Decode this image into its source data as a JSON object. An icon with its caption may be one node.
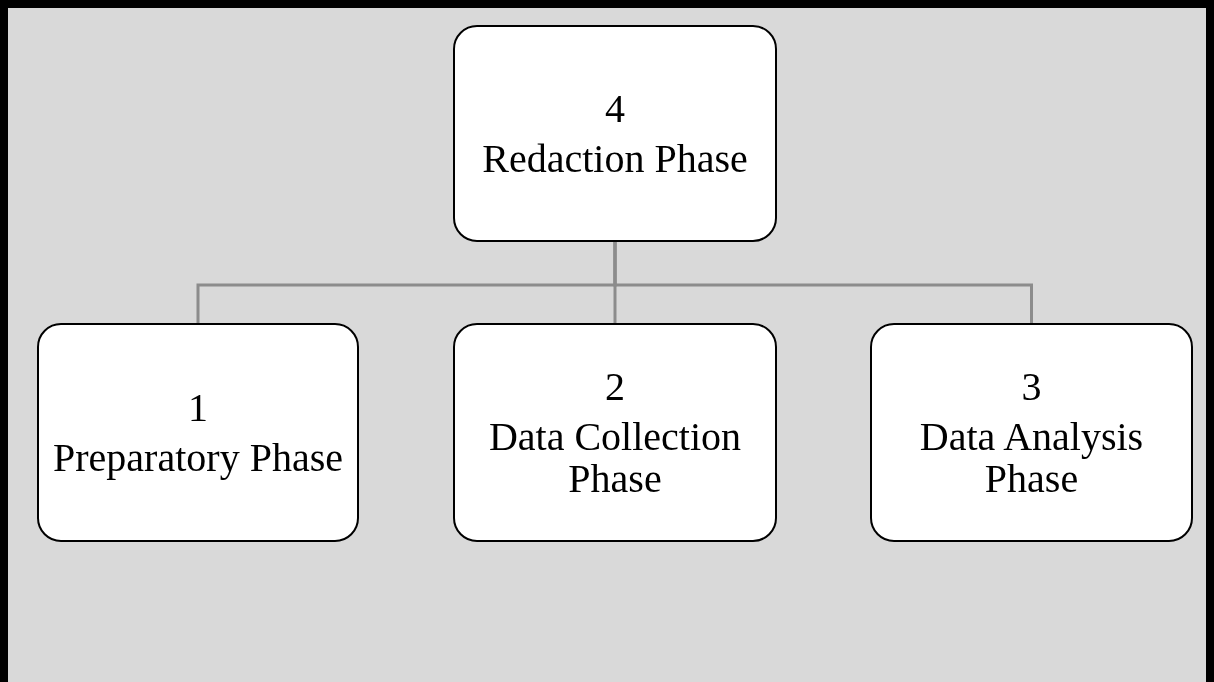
{
  "diagram": {
    "nodes": [
      {
        "text": [
          "4",
          "Redaction Phase"
        ]
      },
      {
        "text": [
          "1",
          "Preparatory Phase"
        ]
      },
      {
        "text": [
          "2",
          "Data Collection Phase"
        ]
      },
      {
        "text": [
          "3",
          "Data Analysis Phase"
        ]
      }
    ],
    "edges": [
      {
        "from": 0,
        "to": 1,
        "arrow": "none"
      },
      {
        "from": 0,
        "to": 2,
        "arrow": "none"
      },
      {
        "from": 0,
        "to": 3,
        "arrow": "none"
      }
    ]
  }
}
